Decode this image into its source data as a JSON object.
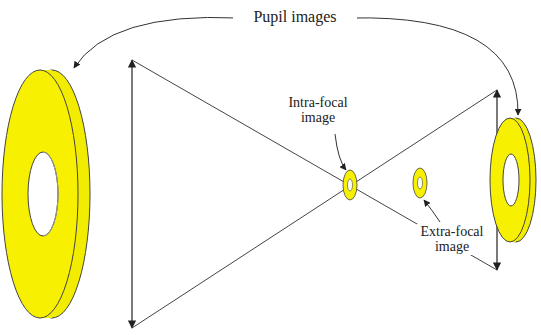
{
  "diagram": {
    "labels": [
      "Pupil images",
      "Intra-focal image",
      "Extra-focal image"
    ]
  }
}
